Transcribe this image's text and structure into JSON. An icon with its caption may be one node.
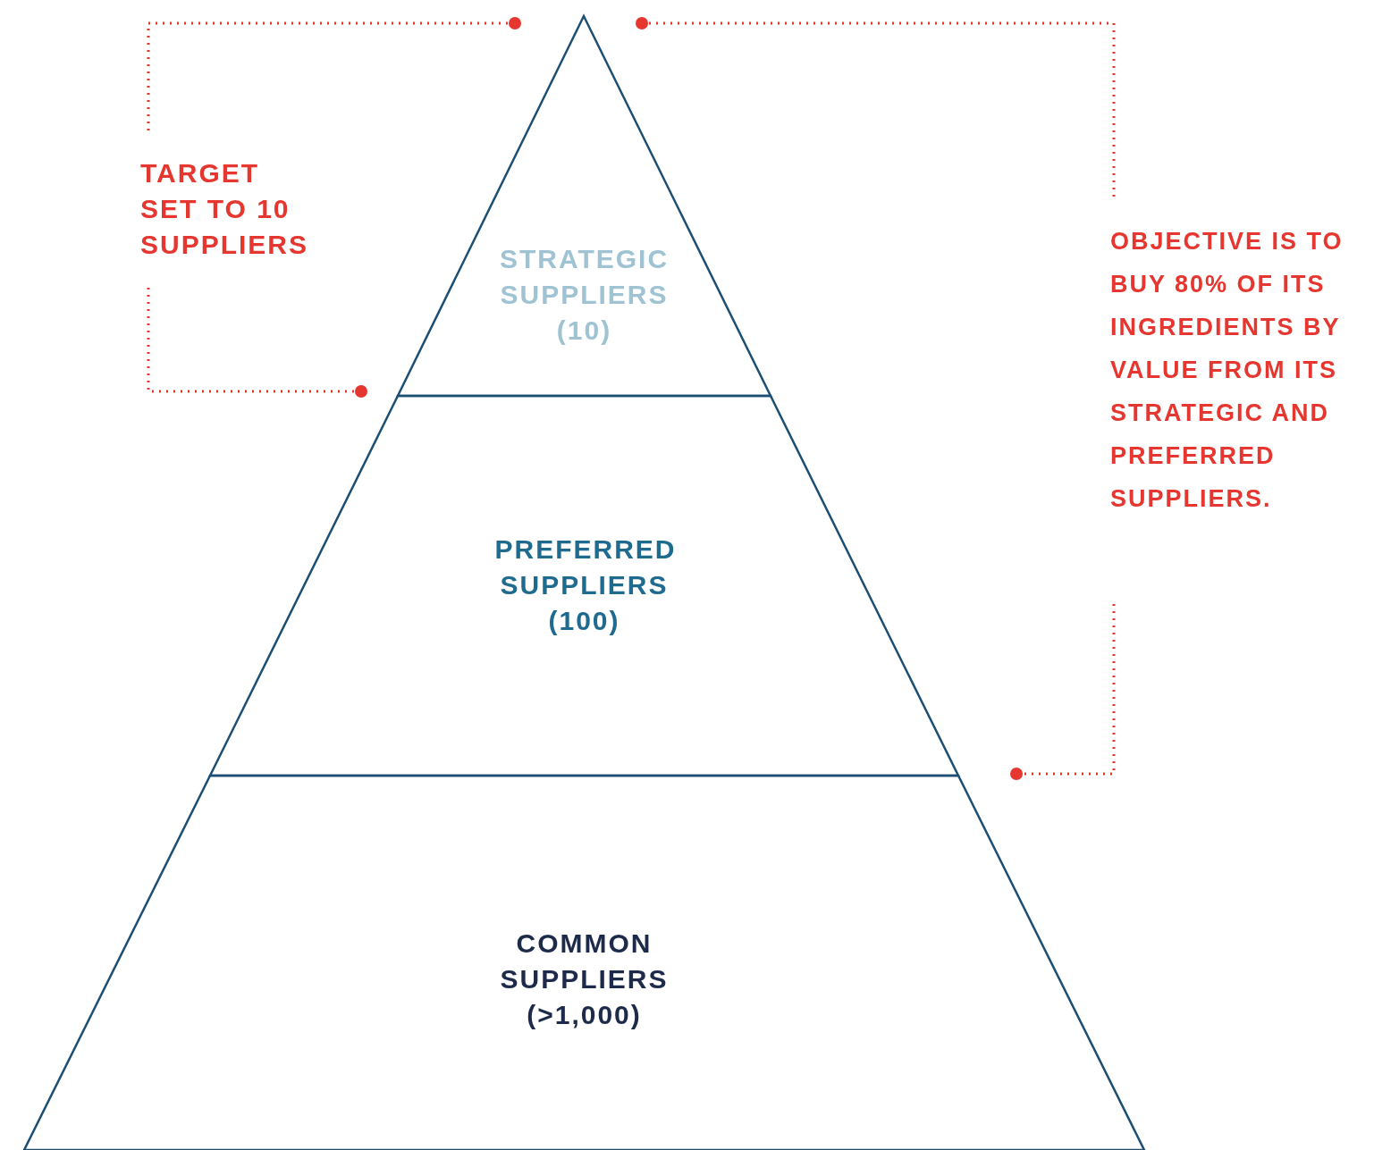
{
  "diagram": {
    "nodes": [
      {
        "text": [
          "STRATEGIC SUPPLIERS (10)"
        ]
      },
      {
        "text": [
          "PREFERRED SUPPLIERS (100)"
        ]
      },
      {
        "text": [
          "COMMON SUPPLIERS (>1,000)"
        ]
      }
    ],
    "labels": [
      "TARGET SET TO 10 SUPPLIERS",
      "OBJECTIVE IS TO BUY 80% OF ITS INGREDIENTS BY VALUE FROM ITS STRATEGIC AND PREFERRED SUPPLIERS."
    ]
  }
}
